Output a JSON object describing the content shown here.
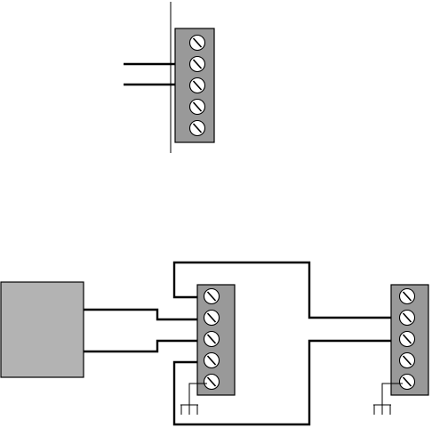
{
  "diagram": {
    "terminal_blocks": [
      {
        "name": "top-terminal-block",
        "screws": 5
      },
      {
        "name": "left-terminal-block",
        "screws": 5
      },
      {
        "name": "right-terminal-block",
        "screws": 5
      }
    ],
    "device_box": {
      "name": "device-box"
    },
    "ground_symbols": 2,
    "colors": {
      "block_fill": "#999999",
      "device_fill": "#b3b3b3",
      "wire": "#000000",
      "background": "#ffffff"
    }
  }
}
